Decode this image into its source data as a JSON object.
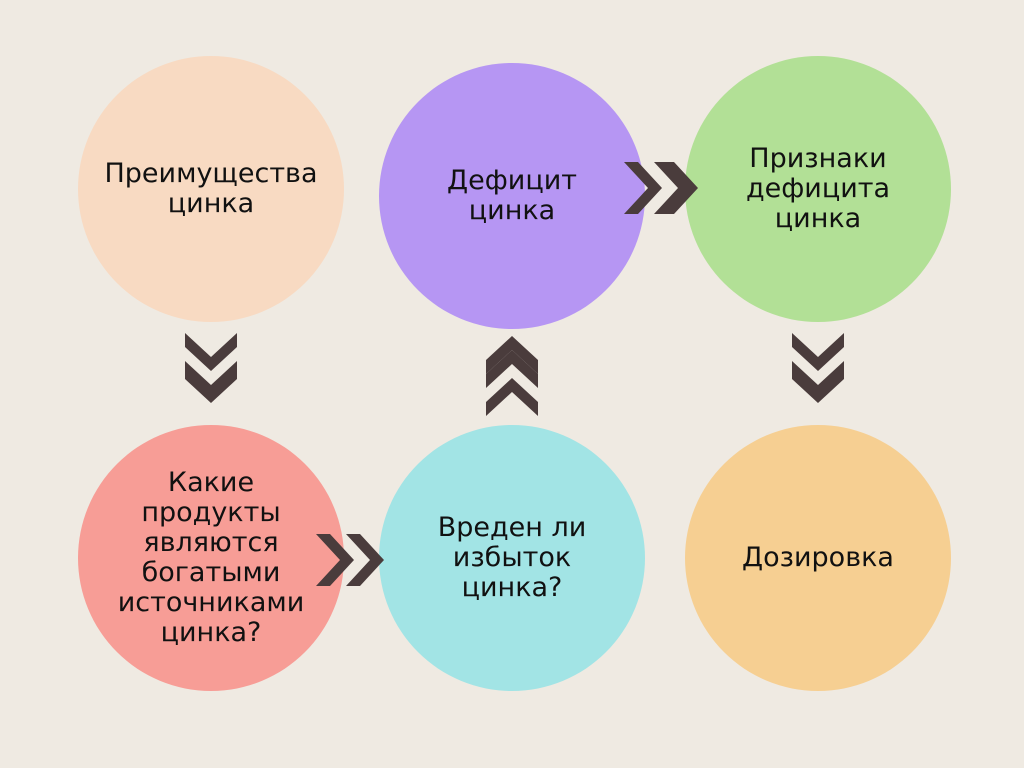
{
  "diagram": {
    "nodes": {
      "benefits": {
        "label": "Преимущества\nцинка",
        "color": "#F8DAC2"
      },
      "deficiency": {
        "label": "Дефицит\nцинка",
        "color": "#B696F3"
      },
      "signs": {
        "label": "Признаки\nдефицита\nцинка",
        "color": "#B2E096"
      },
      "foods": {
        "label": "Какие\nпродукты\nявляются\nбогатыми\nисточниками\nцинка?",
        "color": "#F79D96"
      },
      "excess": {
        "label": "Вреден ли\nизбыток\nцинка?",
        "color": "#A2E4E5"
      },
      "dosage": {
        "label": "Дозировка",
        "color": "#F6CF92"
      }
    },
    "arrow_color": "#4A3C3C",
    "edges": [
      {
        "from": "benefits",
        "to": "foods"
      },
      {
        "from": "foods",
        "to": "excess"
      },
      {
        "from": "excess",
        "to": "deficiency"
      },
      {
        "from": "deficiency",
        "to": "signs"
      },
      {
        "from": "signs",
        "to": "dosage"
      }
    ]
  }
}
